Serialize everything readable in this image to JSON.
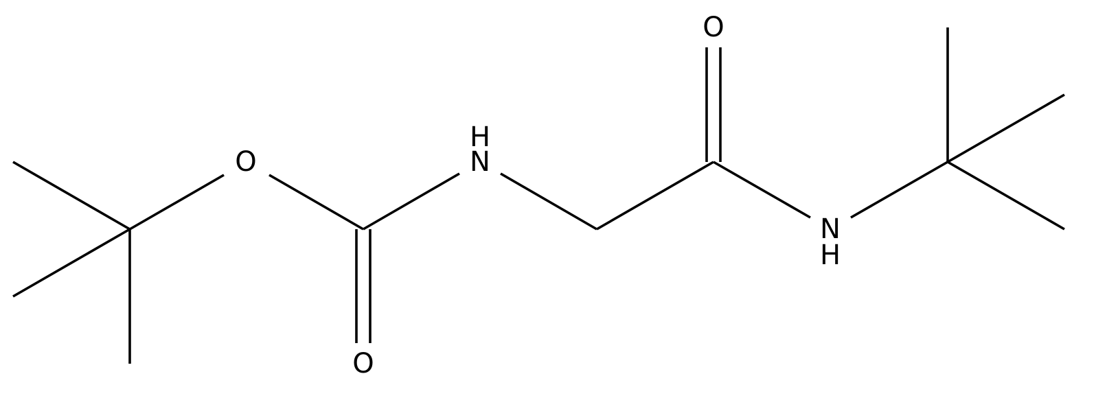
{
  "molecule": {
    "bond_color": "#000000",
    "background_color": "#ffffff",
    "atoms": [
      {
        "id": "o_ester",
        "label": "O"
      },
      {
        "id": "n_carbamate",
        "label": "N"
      },
      {
        "id": "h_carbamate",
        "label": "H"
      },
      {
        "id": "o_carbamate_carbonyl",
        "label": "O"
      },
      {
        "id": "o_amide_carbonyl",
        "label": "O"
      },
      {
        "id": "n_amide",
        "label": "N"
      },
      {
        "id": "h_amide",
        "label": "H"
      }
    ]
  }
}
